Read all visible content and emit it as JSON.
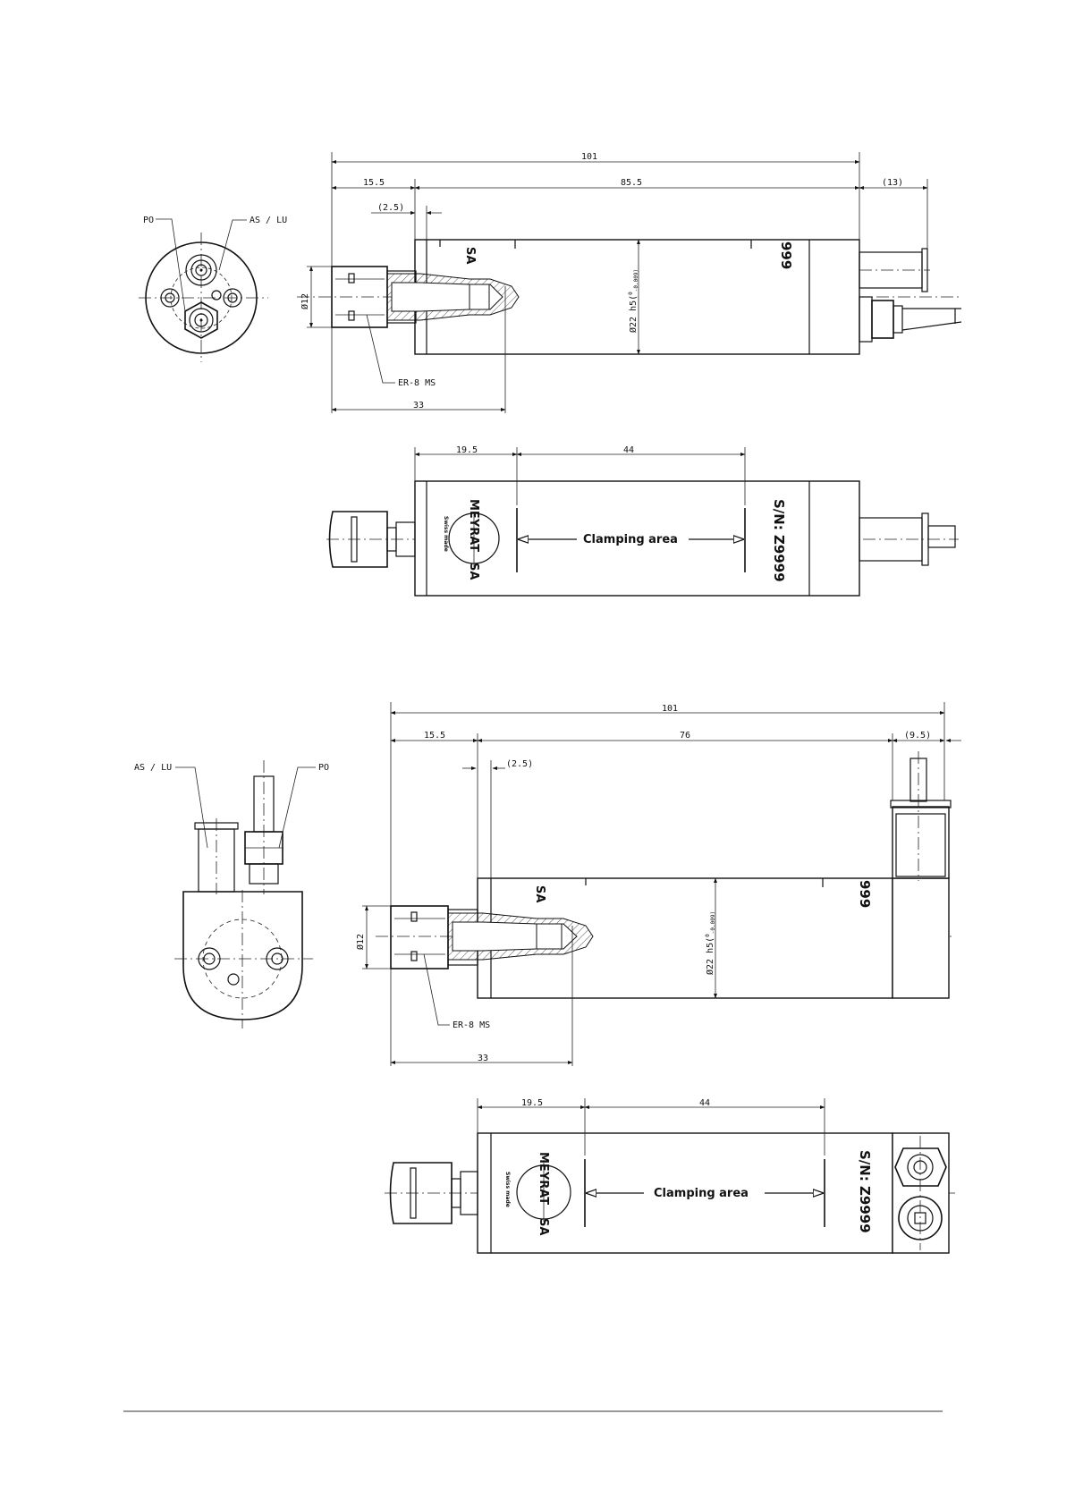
{
  "colors": {
    "line": "#111111",
    "background": "#ffffff"
  },
  "view1": {
    "dims": {
      "overall": "101",
      "front": "15.5",
      "body": "85.5",
      "rear": "(13)",
      "collet_step": "(2.5)",
      "collet_dia": "Ø12",
      "body_dia": "Ø22 h5(",
      "body_tol": "0",
      "body_tol2": "-0.009)",
      "collet_depth": "33",
      "clamp_offset": "19.5",
      "clamp_length": "44"
    },
    "labels": {
      "port_po": "PO",
      "port_as": "AS / LU",
      "collet": "ER-8 MS",
      "clamping": "Clamping area",
      "brand": "MEYRAT",
      "brand_sa": "SA",
      "swiss": "Swiss made",
      "serial": "S/N: Z9999",
      "serial_short": "999",
      "partial_sa": "SA"
    }
  },
  "view2": {
    "dims": {
      "overall": "101",
      "front": "15.5",
      "body": "76",
      "rear": "(9.5)",
      "collet_step": "(2.5)",
      "collet_dia": "Ø12",
      "body_dia": "Ø22 h5(",
      "body_tol": "0",
      "body_tol2": "-0.009)",
      "collet_depth": "33",
      "clamp_offset": "19.5",
      "clamp_length": "44"
    },
    "labels": {
      "port_as": "AS / LU",
      "port_po": "PO",
      "collet": "ER-8 MS",
      "clamping": "Clamping area",
      "brand": "MEYRAT",
      "brand_sa": "SA",
      "swiss": "Swiss made",
      "serial": "S/N: Z9999",
      "serial_short": "999",
      "partial_sa": "SA"
    }
  }
}
